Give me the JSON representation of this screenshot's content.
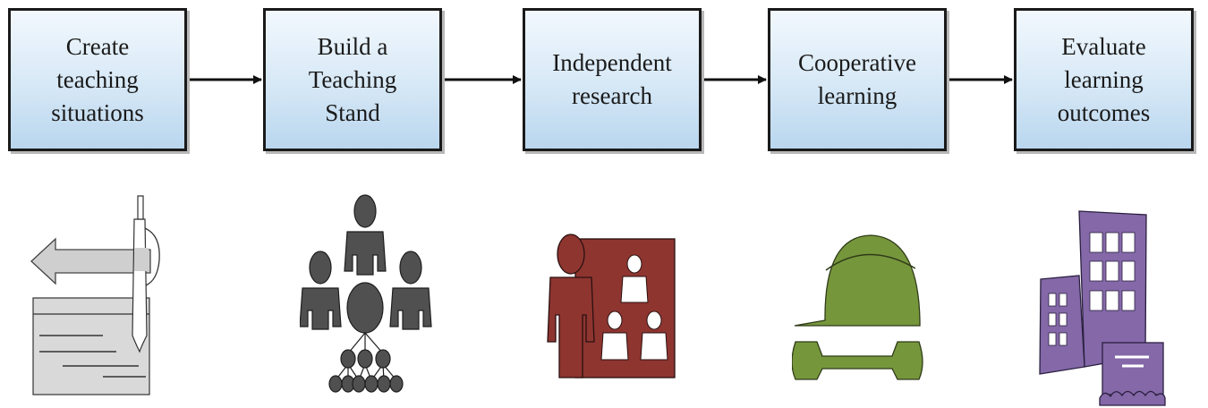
{
  "steps": [
    {
      "label": "Create\nteaching\nsituations"
    },
    {
      "label": "Build a\nTeaching\nStand"
    },
    {
      "label": "Independent\nresearch"
    },
    {
      "label": "Cooperative\nlearning"
    },
    {
      "label": "Evaluate\nlearning\noutcomes"
    }
  ],
  "icons": [
    "document-arrow-icon",
    "hierarchy-people-icon",
    "presentation-board-icon",
    "helmet-wrench-icon",
    "buildings-icon"
  ],
  "colors": {
    "box_border": "#1a1a1a",
    "box_fill_top": "#f2f8fd",
    "box_fill_bottom": "#b9d6ee",
    "people_gray": "#505050",
    "board_red": "#8e3530",
    "tool_green": "#76963c",
    "building_purple": "#8468a8",
    "doc_gray": "#d9d9d9"
  }
}
